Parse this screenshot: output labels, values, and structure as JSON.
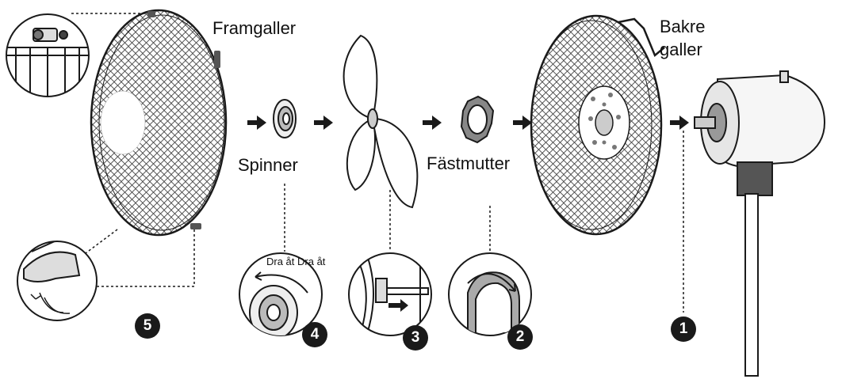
{
  "labels": {
    "front_grille": "Framgaller",
    "spinner": "Spinner",
    "lock_nut": "Fästmutter",
    "rear_grille": "Bakre galler",
    "tighten": "Dra åt Dra åt"
  },
  "steps": [
    "5",
    "4",
    "3",
    "2",
    "1"
  ],
  "icons": [
    "arrow-right-icon",
    "rotate-arrow-icon",
    "mesh-pattern"
  ],
  "colors": {
    "ink": "#1a1a1a",
    "background": "#ffffff",
    "badge_text": "#ffffff"
  }
}
